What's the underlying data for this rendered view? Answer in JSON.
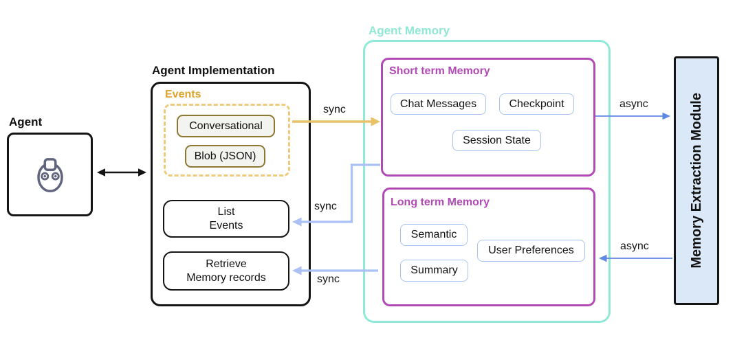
{
  "colors": {
    "amber_label": "#dfa42c",
    "amber_dashed_border": "#edcb7c",
    "gold_arrow": "#e9c268",
    "gold_button_border": "#8d7832",
    "teal_accent": "#90e9d6",
    "magenta_accent": "#b24ab5",
    "chip_border_blue": "#a9c4f2",
    "sync_arrow_blue": "#abc0f4",
    "async_arrow_blue": "#5d88e3",
    "extraction_fill": "#dbe8f8",
    "robot_icon_color": "#62657e",
    "outline_black": "#141414"
  },
  "agent": {
    "label": "Agent"
  },
  "implementation": {
    "title": "Agent Implementation",
    "events": {
      "label": "Events",
      "items": [
        "Conversational",
        "Blob (JSON)"
      ]
    },
    "list_events": {
      "lines": [
        "List",
        "Events"
      ]
    },
    "retrieve_records": {
      "lines": [
        "Retrieve",
        "Memory records"
      ]
    }
  },
  "memory": {
    "title": "Agent Memory",
    "short_term": {
      "title": "Short term Memory",
      "items": [
        "Chat Messages",
        "Checkpoint",
        "Session State"
      ]
    },
    "long_term": {
      "title": "Long term Memory",
      "items": [
        "Semantic",
        "User Preferences",
        "Summary"
      ]
    }
  },
  "extraction": {
    "title": "Memory Extraction Module"
  },
  "arrow_labels": {
    "sync_events": "sync",
    "sync_list": "sync",
    "sync_retrieve": "sync",
    "async_to_extraction": "async",
    "async_from_extraction": "async"
  }
}
